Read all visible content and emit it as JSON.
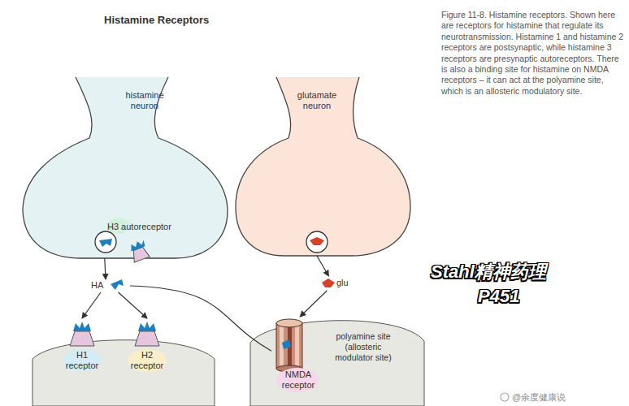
{
  "diagram": {
    "title": "Histamine Receptors",
    "caption": "Figure 11-8. Histamine receptors. Shown here are receptors for histamine that regulate its neurotransmission. Histamine 1 and histamine 2 receptors are postsynaptic, while histamine 3 receptors are presynaptic autoreceptors. There is also a binding site for histamine on NMDA receptors – it can act at the polyamine site, which is an allosteric modulatory site.",
    "nodes": [
      {
        "text": [
          "histamine neuron"
        ]
      },
      {
        "text": [
          "H3 autoreceptor"
        ],
        "in": 0
      },
      {
        "text": [
          "glutamate neuron"
        ]
      },
      {
        "text": [
          "HA"
        ]
      },
      {
        "text": [
          "glu"
        ]
      },
      {
        "text": [
          "H1 receptor"
        ]
      },
      {
        "text": [
          "H2 receptor"
        ]
      },
      {
        "text": [
          "NMDA receptor"
        ]
      }
    ],
    "edges": [
      {
        "from": 0,
        "to": 3,
        "arrow": "to"
      },
      {
        "from": 2,
        "to": 4,
        "arrow": "to"
      },
      {
        "from": 3,
        "to": 5,
        "arrow": "to"
      },
      {
        "from": 3,
        "to": 6,
        "arrow": "to"
      },
      {
        "from": 4,
        "to": 7,
        "arrow": "to"
      },
      {
        "from": 3,
        "to": 7,
        "arrow": "none"
      }
    ],
    "labels": [
      "polyamine site (allosteric modulator site)",
      "Stahl精神药理",
      "P451",
      "@余度健康说"
    ]
  }
}
